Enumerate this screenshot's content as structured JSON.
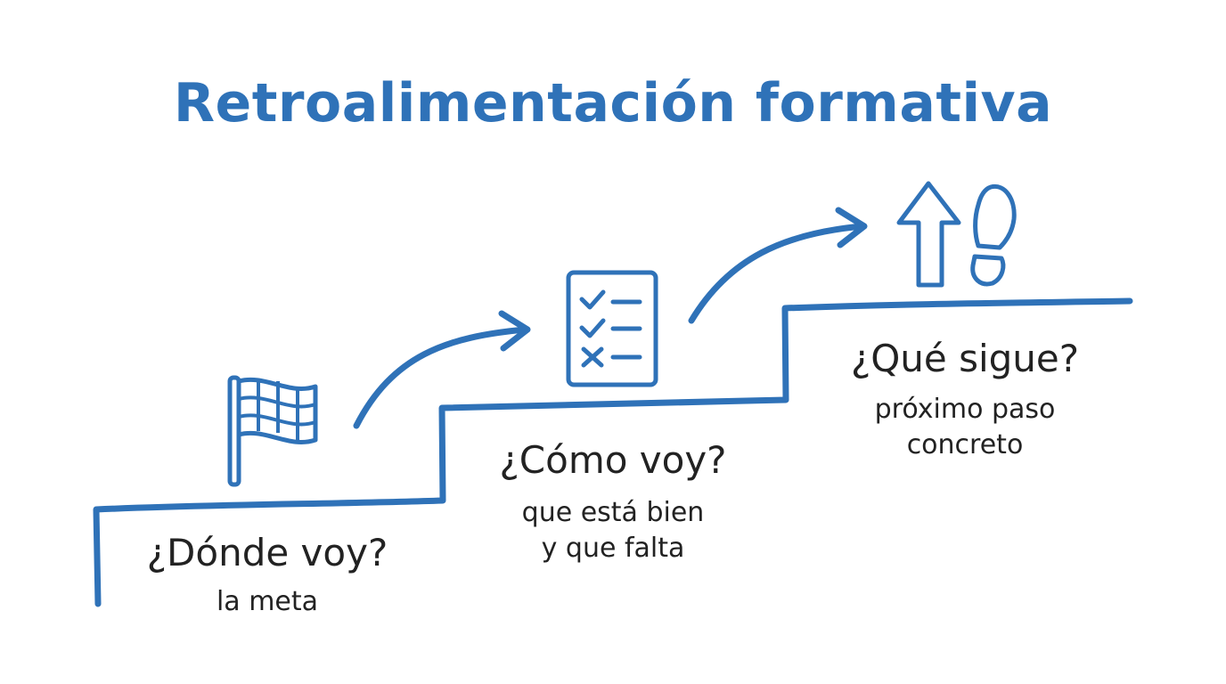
{
  "title": "Retroalimentación formativa",
  "colors": {
    "accent": "#2f72b8",
    "text": "#222222",
    "background": "#ffffff"
  },
  "steps": [
    {
      "heading": "¿Dónde voy?",
      "subtitle": "la meta",
      "icon": "checkered-flag-icon"
    },
    {
      "heading": "¿Cómo voy?",
      "subtitle": "que está bien\ny que falta",
      "icon": "checklist-icon"
    },
    {
      "heading": "¿Qué sigue?",
      "subtitle": "próximo paso\nconcreto",
      "icon": "up-arrow-icon",
      "secondary_icon": "footprint-icon"
    }
  ]
}
